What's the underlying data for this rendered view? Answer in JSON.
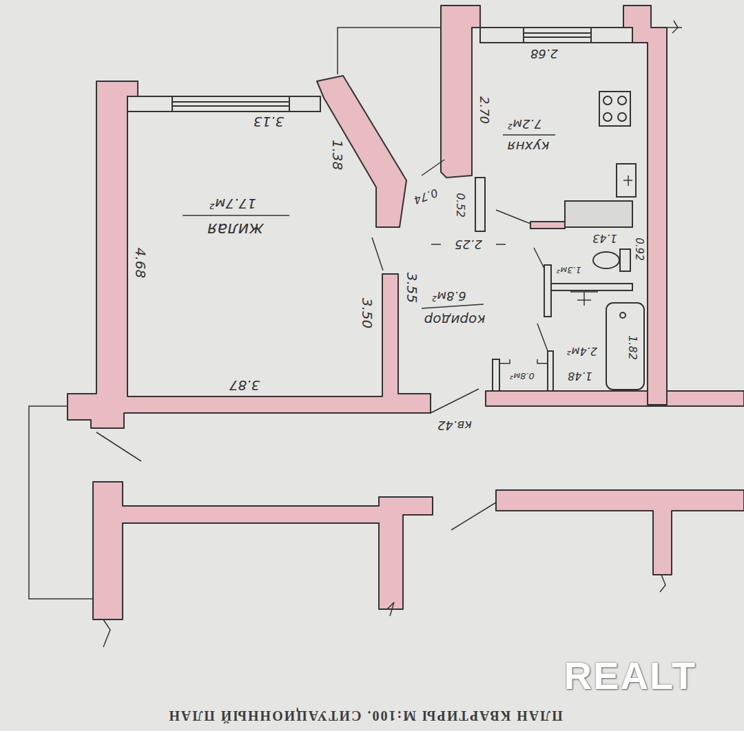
{
  "diagram": {
    "title": "ПЛАН КВАРТИРЫ М:100. СИТУАЦИОННЫЙ ПЛАН",
    "labels": [
      "3.13",
      "1.38",
      "4.68",
      "17.7м²",
      "жилая",
      "3.50",
      "3.55",
      "3.87",
      "2.68",
      "2.70",
      "7.2м²",
      "кухня",
      "0.74",
      "0.52",
      "2.25",
      "1.43",
      "0.92",
      "1.3м²",
      "6.8м²",
      "коридор",
      "1.82",
      "2.4м²",
      "1.48",
      "0.8м²",
      "кв.42",
      "REALT"
    ]
  }
}
